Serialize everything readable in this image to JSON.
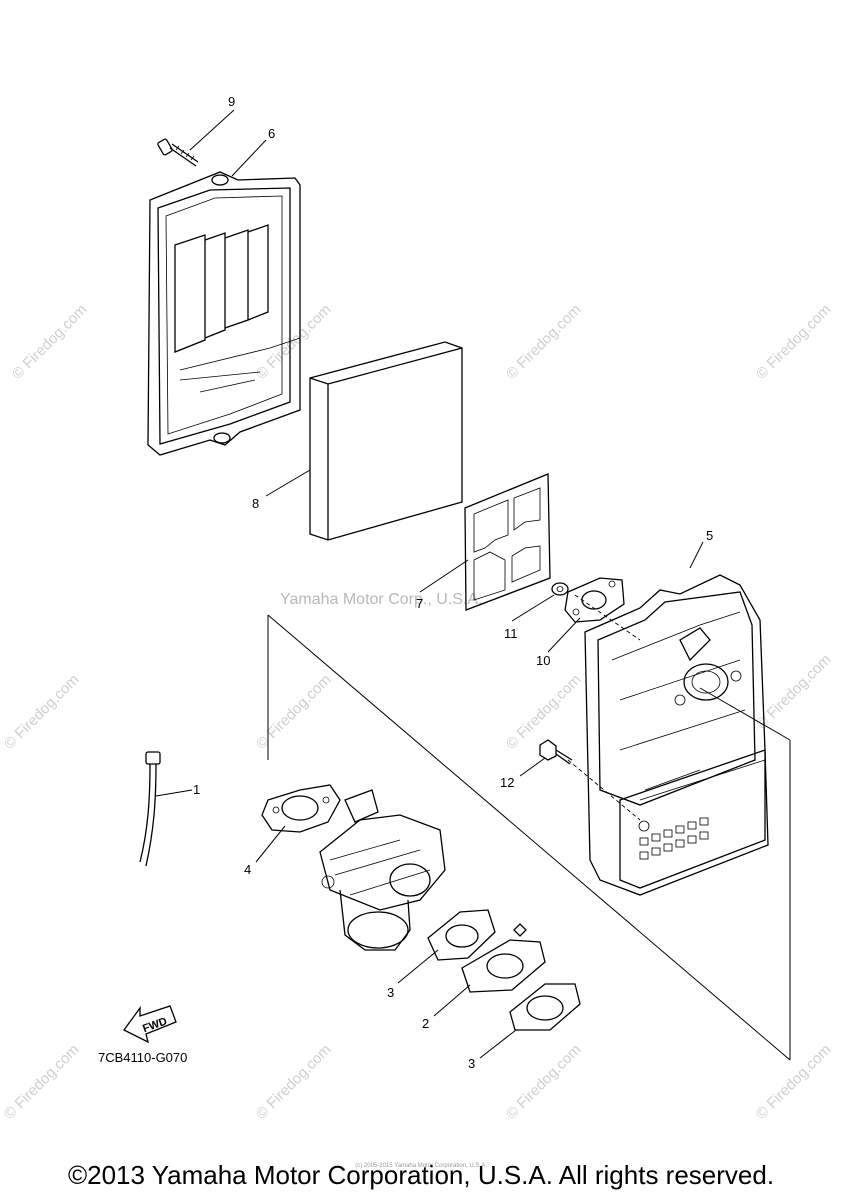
{
  "watermarks": {
    "corner_text": "© Firedog.com",
    "center_text": "Yamaha Motor Corp., U.S.A."
  },
  "callouts": {
    "p1": "1",
    "p2": "2",
    "p3a": "3",
    "p3b": "3",
    "p4": "4",
    "p5": "5",
    "p6": "6",
    "p7": "7",
    "p8": "8",
    "p9": "9",
    "p10": "10",
    "p11": "11",
    "p12": "12"
  },
  "direction_arrow": {
    "label": "FWD"
  },
  "diagram_code": "7CB4110-G070",
  "tiny_note": "(c) 2005-2015 Yamaha Motor Corporation, U.S.A.",
  "footer": {
    "copyright": "©2013 Yamaha Motor Corporation, U.S.A. All rights reserved."
  }
}
